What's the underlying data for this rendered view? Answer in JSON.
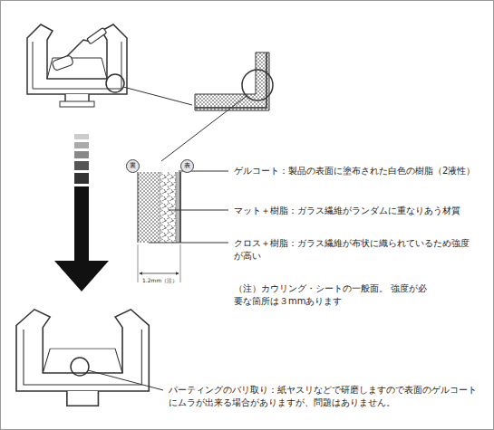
{
  "diagram": {
    "nodes": [
      {
        "text": [
          "裏"
        ]
      },
      {
        "text": [
          "表"
        ]
      }
    ],
    "labels": [
      "ゲルコート：製品の表面に塗布された白色の樹脂（2液性）",
      "マット＋樹脂：ガラス繊維がランダムに重なりあう材質",
      "クロス＋樹脂：ガラス繊維が布状に織られているため強度が高い",
      "1.2mm（注）",
      "（注）カウリング・シートの一般面。 強度が必要な箇所は３mmあります",
      "パーティングのバリ取り：紙ヤスリなどで研磨しますので表面のゲルコートにムラが出来る場合がありますが、問題はありません。"
    ]
  }
}
